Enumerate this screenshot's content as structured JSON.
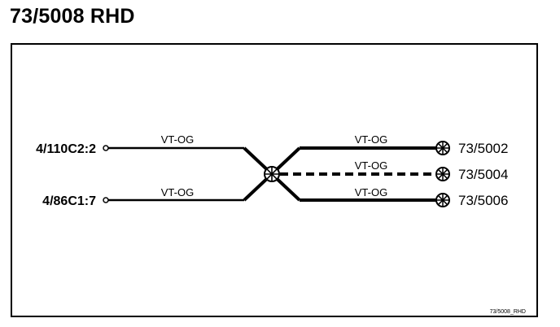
{
  "title": "73/5008 RHD",
  "left_connectors": [
    {
      "label": "4/110C2:2"
    },
    {
      "label": "4/86C1:7"
    }
  ],
  "right_connectors": [
    {
      "label": "73/5002"
    },
    {
      "label": "73/5004"
    },
    {
      "label": "73/5006"
    }
  ],
  "wire_labels": {
    "left_top": "VT-OG",
    "left_bottom": "VT-OG",
    "right_top": "VT-OG",
    "right_middle": "VT-OG",
    "right_bottom": "VT-OG"
  },
  "footer_ref": "73/5008_RHD"
}
